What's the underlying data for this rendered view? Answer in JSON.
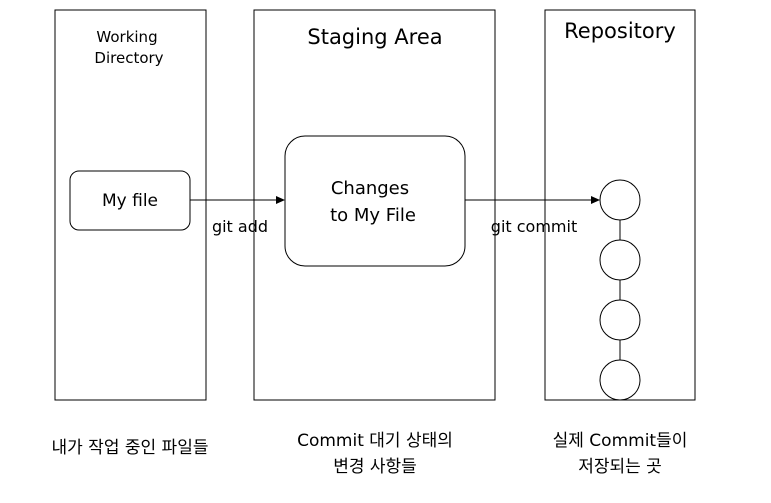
{
  "columns": {
    "working": {
      "title_line1": "Working",
      "title_line2": "Directory",
      "caption": "내가 작업 중인 파일들"
    },
    "staging": {
      "title": "Staging Area",
      "caption_line1": "Commit 대기 상태의",
      "caption_line2": "변경 사항들"
    },
    "repository": {
      "title": "Repository",
      "caption_line1": "실제 Commit들이",
      "caption_line2": "저장되는 곳"
    }
  },
  "nodes": {
    "my_file": {
      "label": "My file"
    },
    "changes": {
      "label_line1": "Changes",
      "label_line2": "to My File"
    }
  },
  "edges": {
    "add": {
      "label": "git add"
    },
    "commit": {
      "label": "git commit"
    }
  },
  "repository_commits": {
    "count": 4
  }
}
